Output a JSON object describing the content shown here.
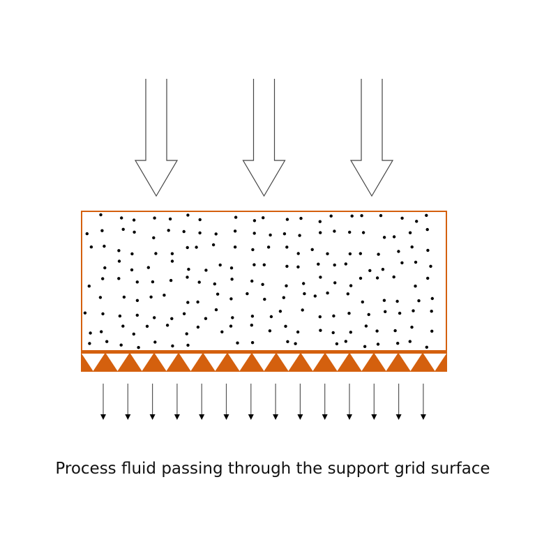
{
  "caption": "Process fluid passing through the support grid surface",
  "colors": {
    "grid": "#d4600e",
    "arrow_outline": "#444444",
    "particles": "#000000"
  },
  "inflow_arrow_count": 3,
  "outflow_arrow_count": 14,
  "grid_teeth_count": 15
}
